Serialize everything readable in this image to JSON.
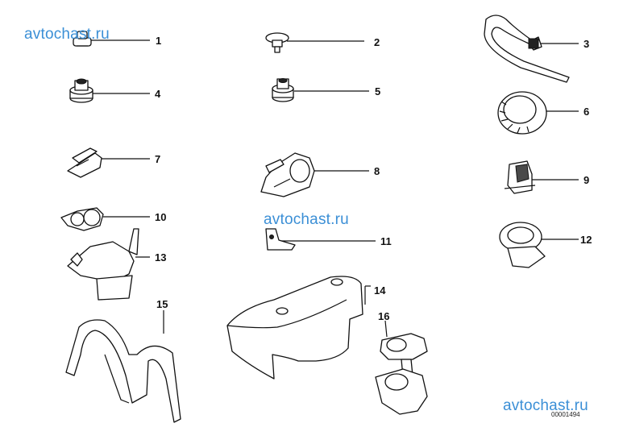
{
  "watermarks": [
    "avtochast.ru",
    "avtochast.ru",
    "avtochast.ru"
  ],
  "callouts": [
    "1",
    "2",
    "3",
    "4",
    "5",
    "6",
    "7",
    "8",
    "9",
    "10",
    "11",
    "12",
    "13",
    "14",
    "15",
    "16"
  ],
  "drawing_code": "00001494",
  "colors": {
    "watermark": "#3b8fd6",
    "line": "#111111"
  }
}
